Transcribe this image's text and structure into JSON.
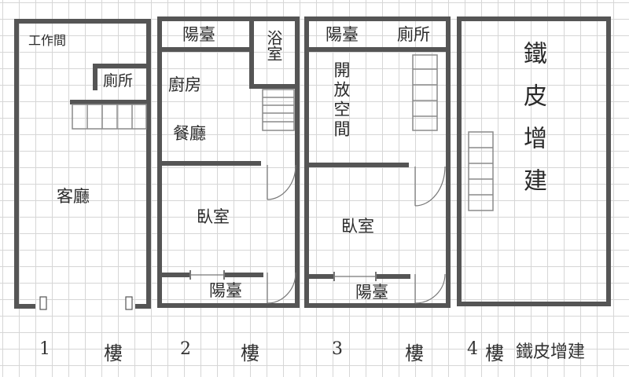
{
  "colors": {
    "wall": "#555555",
    "grid": "#d6d6d6",
    "stair": "#8a8a8a",
    "text": "#2a2a2a"
  },
  "floors": [
    {
      "number": "1",
      "unit": "樓",
      "rooms": {
        "workroom": "工作間",
        "toilet": "廁所",
        "living_room": "客廳"
      }
    },
    {
      "number": "2",
      "unit": "樓",
      "rooms": {
        "balcony_top": "陽臺",
        "bathroom": "浴室",
        "kitchen": "廚房",
        "dining": "餐廳",
        "bedroom": "臥室",
        "balcony_bottom": "陽臺"
      }
    },
    {
      "number": "3",
      "unit": "樓",
      "rooms": {
        "balcony_top": "陽臺",
        "toilet": "廁所",
        "open_space": "開放空間",
        "bedroom": "臥室",
        "balcony_bottom": "陽臺"
      }
    },
    {
      "number": "4",
      "unit": "樓",
      "suffix": "鐵皮增建",
      "rooms": {
        "addition": "鐵皮增建"
      }
    }
  ]
}
